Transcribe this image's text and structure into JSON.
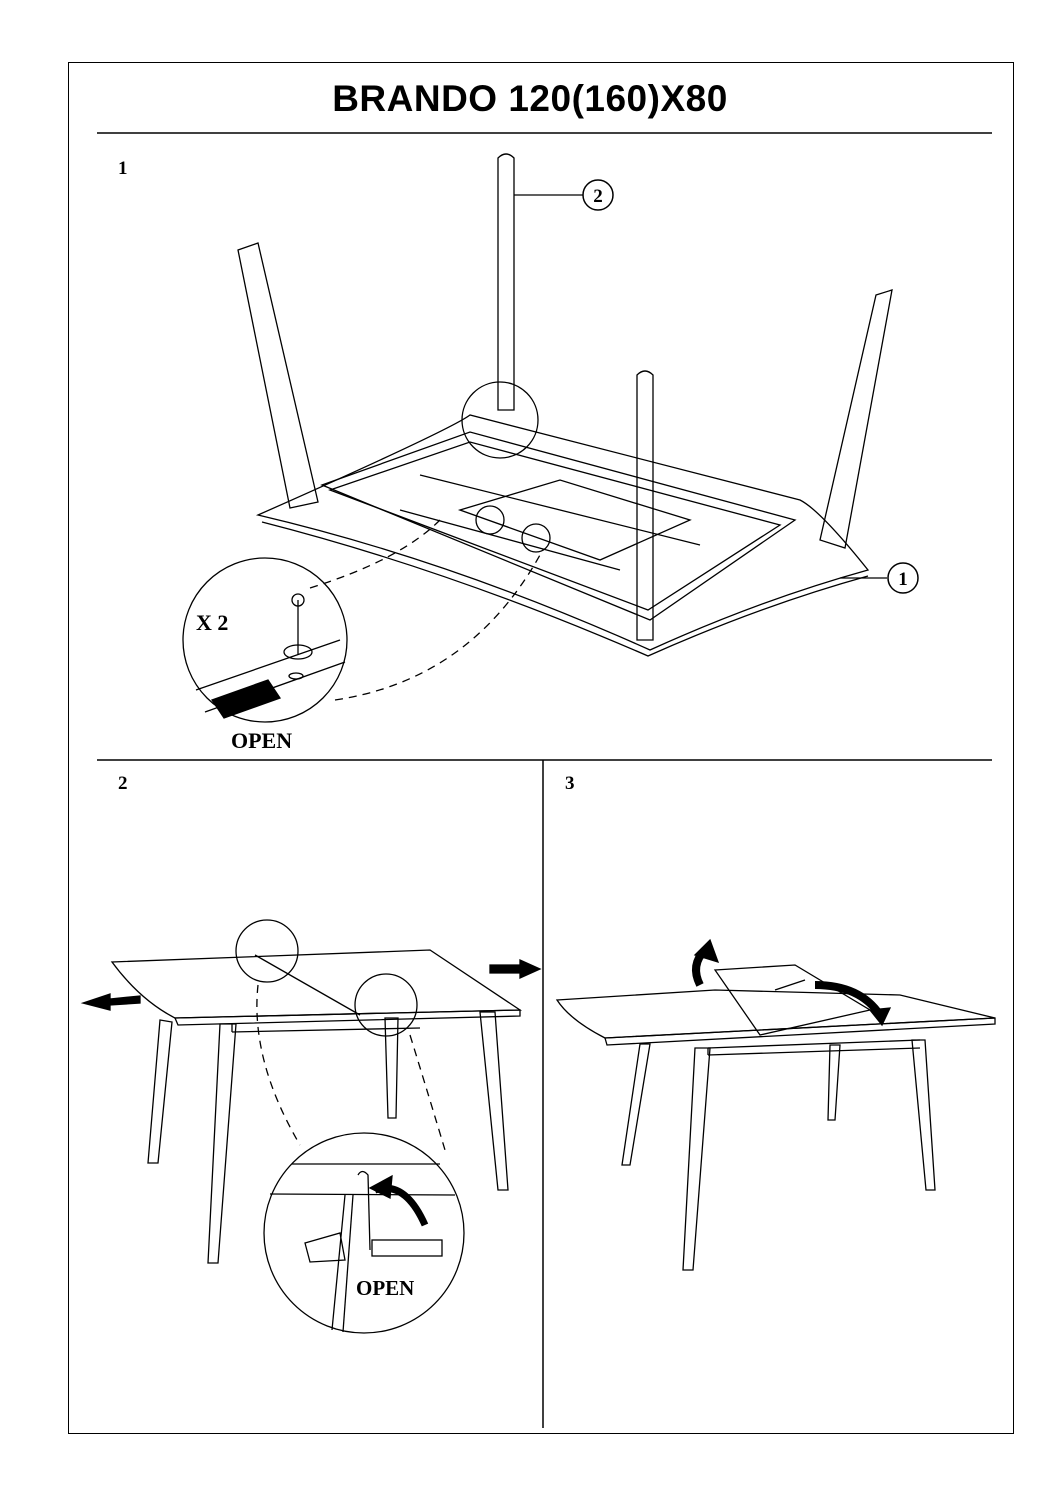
{
  "title": "BRANDO 120(160)X80",
  "steps": [
    {
      "number": "1",
      "part_callouts": [
        "1",
        "2"
      ],
      "quantity": "X 2",
      "detail_label": "OPEN"
    },
    {
      "number": "2",
      "detail_label": "OPEN"
    },
    {
      "number": "3"
    }
  ]
}
